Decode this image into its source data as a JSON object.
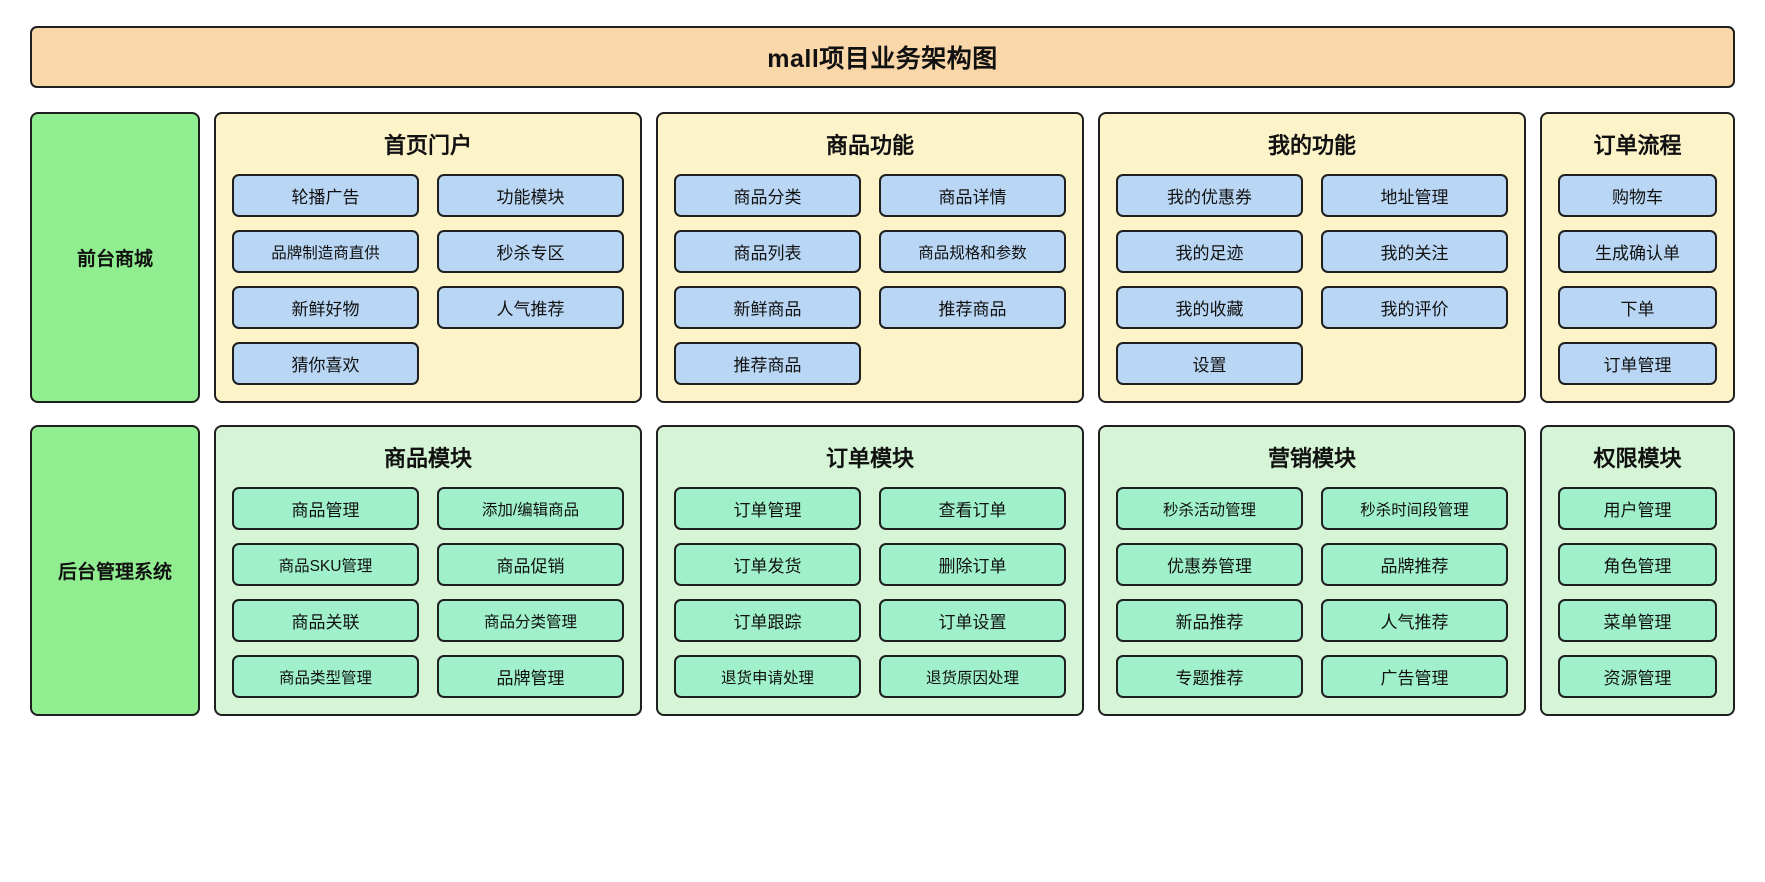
{
  "diagram": {
    "title": "mall项目业务架构图",
    "colors": {
      "title_bg": "#fad7a9",
      "side_label_bg": "#90ee90",
      "top_panel_bg": "#fcf3c9",
      "top_node_bg": "#b9d7f5",
      "bottom_panel_bg": "#d6f5d6",
      "bottom_node_bg": "#9ff0cb",
      "border": "#1f1f1f"
    },
    "rows": [
      {
        "side_label": "前台商城",
        "panels": [
          {
            "title": "首页门户",
            "columns": 2,
            "nodes": [
              "轮播广告",
              "功能模块",
              "品牌制造商直供",
              "秒杀专区",
              "新鲜好物",
              "人气推荐",
              "猜你喜欢"
            ]
          },
          {
            "title": "商品功能",
            "columns": 2,
            "nodes": [
              "商品分类",
              "商品详情",
              "商品列表",
              "商品规格和参数",
              "新鲜商品",
              "推荐商品",
              "推荐商品"
            ]
          },
          {
            "title": "我的功能",
            "columns": 2,
            "nodes": [
              "我的优惠券",
              "地址管理",
              "我的足迹",
              "我的关注",
              "我的收藏",
              "我的评价",
              "设置"
            ]
          },
          {
            "title": "订单流程",
            "columns": 1,
            "nodes": [
              "购物车",
              "生成确认单",
              "下单",
              "订单管理"
            ]
          }
        ]
      },
      {
        "side_label": "后台管理系统",
        "panels": [
          {
            "title": "商品模块",
            "columns": 2,
            "nodes": [
              "商品管理",
              "添加/编辑商品",
              "商品SKU管理",
              "商品促销",
              "商品关联",
              "商品分类管理",
              "商品类型管理",
              "品牌管理"
            ]
          },
          {
            "title": "订单模块",
            "columns": 2,
            "nodes": [
              "订单管理",
              "查看订单",
              "订单发货",
              "删除订单",
              "订单跟踪",
              "订单设置",
              "退货申请处理",
              "退货原因处理"
            ]
          },
          {
            "title": "营销模块",
            "columns": 2,
            "nodes": [
              "秒杀活动管理",
              "秒杀时间段管理",
              "优惠券管理",
              "品牌推荐",
              "新品推荐",
              "人气推荐",
              "专题推荐",
              "广告管理"
            ]
          },
          {
            "title": "权限模块",
            "columns": 1,
            "nodes": [
              "用户管理",
              "角色管理",
              "菜单管理",
              "资源管理"
            ]
          }
        ]
      }
    ]
  }
}
